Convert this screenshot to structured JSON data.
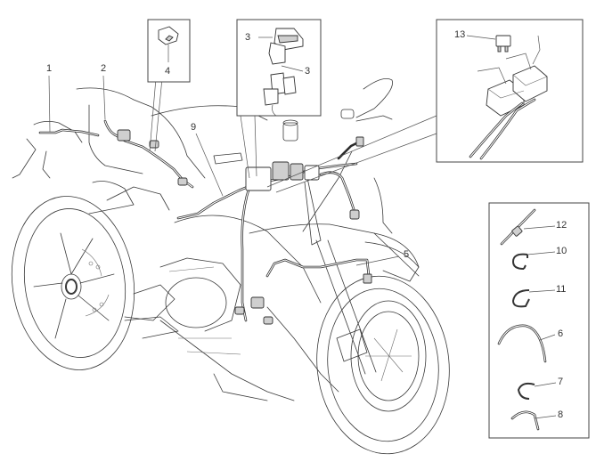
{
  "diagram": {
    "title": "Motorcycle electrical system / wiring harness exploded view",
    "callouts": [
      {
        "id": "1",
        "label": "1",
        "part": "rear wiring harness"
      },
      {
        "id": "2",
        "label": "2",
        "part": "tail harness connector"
      },
      {
        "id": "3a",
        "label": "3",
        "part": "relay (upper)"
      },
      {
        "id": "3b",
        "label": "3",
        "part": "relay (lower)"
      },
      {
        "id": "4",
        "label": "4",
        "part": "sensor module"
      },
      {
        "id": "5",
        "label": "5",
        "part": "front harness"
      },
      {
        "id": "6",
        "label": "6",
        "part": "corrugated sheath"
      },
      {
        "id": "7",
        "label": "7",
        "part": "clip"
      },
      {
        "id": "8",
        "label": "8",
        "part": "cable clip"
      },
      {
        "id": "9",
        "label": "9",
        "part": "main wiring harness"
      },
      {
        "id": "10",
        "label": "10",
        "part": "cable clamp"
      },
      {
        "id": "11",
        "label": "11",
        "part": "cable clamp"
      },
      {
        "id": "12",
        "label": "12",
        "part": "cable tie with mount"
      },
      {
        "id": "13",
        "label": "13",
        "part": "fuse"
      }
    ],
    "insets": [
      {
        "name": "inset-sensor",
        "callouts": [
          "4"
        ]
      },
      {
        "name": "inset-relays",
        "callouts": [
          "3a",
          "3b"
        ]
      },
      {
        "name": "inset-fuse-relays",
        "callouts": [
          "13"
        ]
      },
      {
        "name": "inset-fasteners",
        "callouts": [
          "12",
          "10",
          "11",
          "6",
          "7",
          "8"
        ]
      }
    ]
  }
}
